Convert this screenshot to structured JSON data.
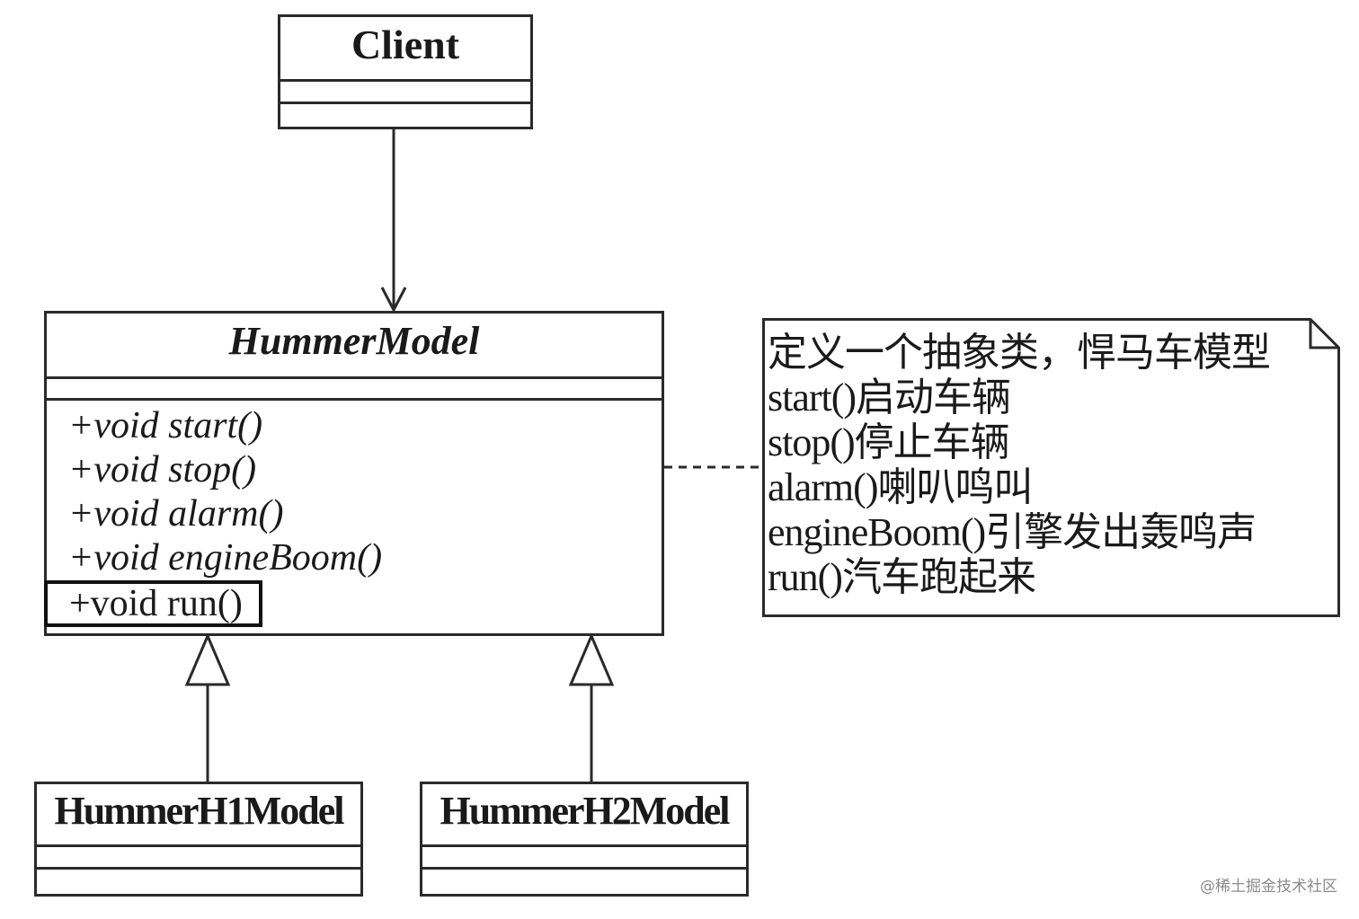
{
  "classes": {
    "client": {
      "name": "Client"
    },
    "hummer_model": {
      "name": "HummerModel",
      "operations": [
        {
          "text": "+void start()",
          "abstract": true
        },
        {
          "text": "+void stop()",
          "abstract": true
        },
        {
          "text": "+void alarm()",
          "abstract": true
        },
        {
          "text": "+void engineBoom()",
          "abstract": true
        },
        {
          "text": "+void run()",
          "abstract": false,
          "highlighted": true
        }
      ]
    },
    "h1": {
      "name": "HummerH1Model"
    },
    "h2": {
      "name": "HummerH2Model"
    }
  },
  "note": {
    "lines": [
      "定义一个抽象类，悍马车模型",
      "start()启动车辆",
      "stop()停止车辆",
      "alarm()喇叭鸣叫",
      "engineBoom()引擎发出轰鸣声",
      "run()汽车跑起来"
    ]
  },
  "relations": [
    {
      "type": "dependency",
      "from": "Client",
      "to": "HummerModel"
    },
    {
      "type": "generalization",
      "from": "HummerH1Model",
      "to": "HummerModel"
    },
    {
      "type": "generalization",
      "from": "HummerH2Model",
      "to": "HummerModel"
    },
    {
      "type": "note-anchor",
      "from": "note",
      "to": "HummerModel"
    }
  ],
  "watermark": "@稀土掘金技术社区",
  "colors": {
    "stroke": "#2a2a2a",
    "background": "#ffffff"
  }
}
